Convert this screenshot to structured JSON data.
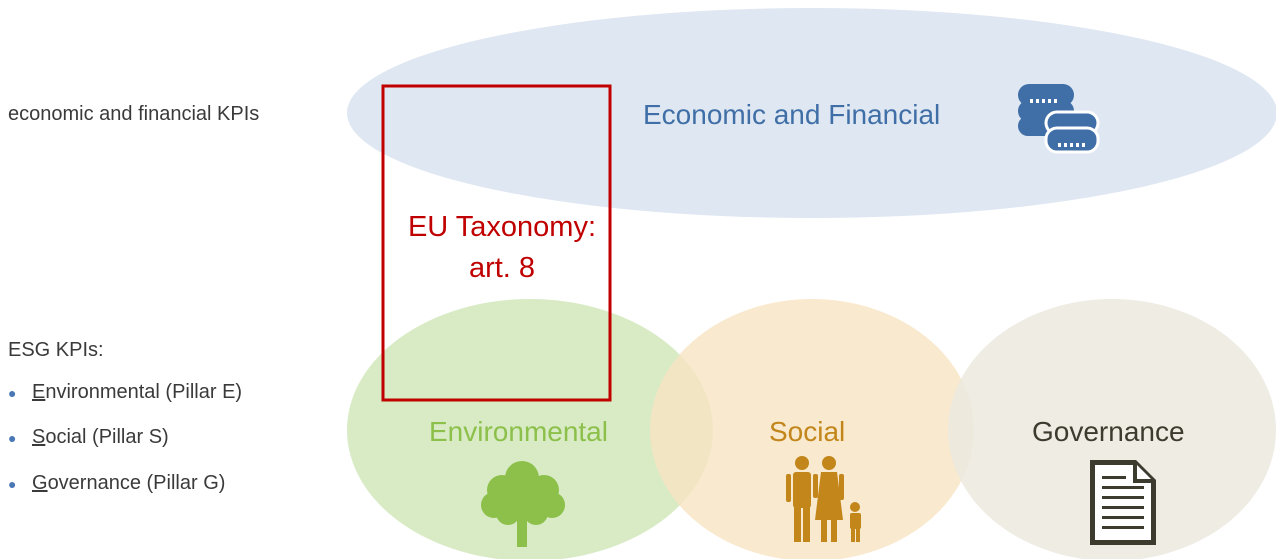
{
  "left_panel": {
    "econ_kpis": "economic and financial KPIs",
    "esg_heading": "ESG KPIs:",
    "bullets": [
      {
        "first": "E",
        "rest": "nvironmental (Pillar E)"
      },
      {
        "first": "S",
        "rest": "ocial (Pillar S)"
      },
      {
        "first": "G",
        "rest": "overnance (Pillar G)"
      }
    ]
  },
  "circles": {
    "economic": {
      "label": "Economic and Financial",
      "icon": "coins-icon",
      "color": "#3f6fa6",
      "fill": "#dfe7f2"
    },
    "environmental": {
      "label": "Environmental",
      "icon": "tree-icon",
      "color": "#8cc04a",
      "fill": "#d4e9bf"
    },
    "social": {
      "label": "Social",
      "icon": "family-icon",
      "color": "#c2861a",
      "fill": "#f7e4c2"
    },
    "governance": {
      "label": "Governance",
      "icon": "document-icon",
      "color": "#3d3a2e",
      "fill": "#ece9df"
    }
  },
  "taxonomy_box": {
    "line1": "EU Taxonomy:",
    "line2": "art. 8",
    "color": "#c00000"
  }
}
